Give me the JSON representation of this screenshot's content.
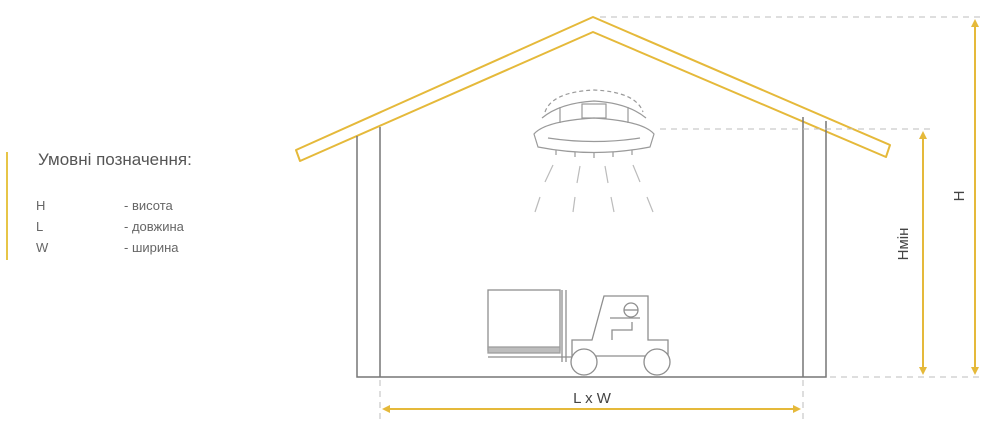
{
  "legend": {
    "title": "Умовні позначення:",
    "items": [
      {
        "symbol": "H",
        "description": "- висота"
      },
      {
        "symbol": "L",
        "description": "- довжина"
      },
      {
        "symbol": "W",
        "description": "- ширина"
      }
    ]
  },
  "labels": {
    "height": "H",
    "min_height": "Hмін",
    "floor_size": "L x W"
  },
  "colors": {
    "accent": "#e5b93a",
    "outline": "#777777",
    "dashed": "#bdbdbd"
  },
  "icons": [
    "ceiling-heater-icon",
    "forklift-icon"
  ]
}
